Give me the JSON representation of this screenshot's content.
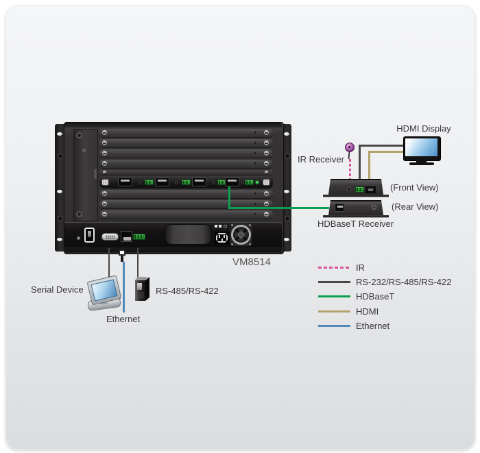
{
  "diagram": {
    "device_model": "VM8514",
    "labels": {
      "hdmi_display": "HDMI Display",
      "ir_receiver": "IR Receiver",
      "front_view": "(Front View)",
      "rear_view": "(Rear View)",
      "hdbaset_receiver": "HDBaseT Receiver",
      "serial_device": "Serial Device",
      "rs485_device": "RS-485/RS-422",
      "ethernet": "Ethernet"
    },
    "legend": {
      "items": [
        {
          "label": "IR",
          "color": "#d6569c",
          "style": "dashed"
        },
        {
          "label": "RS-232/RS-485/RS-422",
          "color": "#4a4849",
          "style": "solid"
        },
        {
          "label": "HDBaseT",
          "color": "#0aa04f",
          "style": "solid"
        },
        {
          "label": "HDMI",
          "color": "#b3a169",
          "style": "solid"
        },
        {
          "label": "Ethernet",
          "color": "#5488bd",
          "style": "solid"
        }
      ]
    },
    "cable_colors": {
      "ir": "#d6569c",
      "rs232_485_422": "#4a4849",
      "hdbaset": "#0aa04f",
      "hdmi": "#b3a169",
      "ethernet": "#5488bd"
    }
  }
}
